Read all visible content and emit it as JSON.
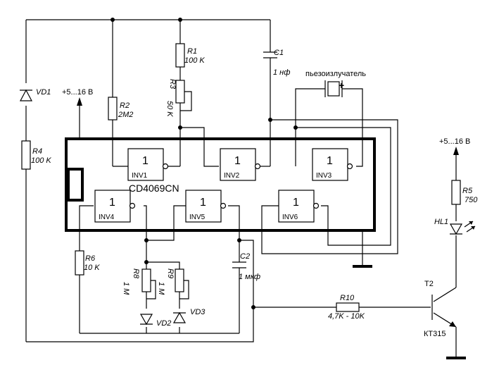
{
  "chip": "CD4069CN",
  "supply_left": "+5...16 В",
  "supply_right": "+5...16 В",
  "piezo_label": "пьезоизлучатель",
  "piezo_plus": "+",
  "gate_symbol": "1",
  "gates": [
    "INV1",
    "INV2",
    "INV3",
    "INV4",
    "INV5",
    "INV6"
  ],
  "components": {
    "R1": {
      "ref": "R1",
      "value": "100 K"
    },
    "R2": {
      "ref": "R2",
      "value": "2M2"
    },
    "R3": {
      "ref": "R3",
      "value": "50 K"
    },
    "R4": {
      "ref": "R4",
      "value": "100 K"
    },
    "R5": {
      "ref": "R5",
      "value": "750"
    },
    "R6": {
      "ref": "R6",
      "value": "10 K"
    },
    "R8": {
      "ref": "R8",
      "value": "1 M"
    },
    "R9": {
      "ref": "R9",
      "value": "1 M"
    },
    "R10": {
      "ref": "R10",
      "value": "4,7K - 10K"
    },
    "C1": {
      "ref": "C1",
      "value": "1 нф"
    },
    "C2": {
      "ref": "C2",
      "value": "1 мкф"
    },
    "VD1": {
      "ref": "VD1"
    },
    "VD2": {
      "ref": "VD2"
    },
    "VD3": {
      "ref": "VD3"
    },
    "HL1": {
      "ref": "HL1"
    },
    "T2": {
      "ref": "T2",
      "type": "КТ315"
    }
  }
}
